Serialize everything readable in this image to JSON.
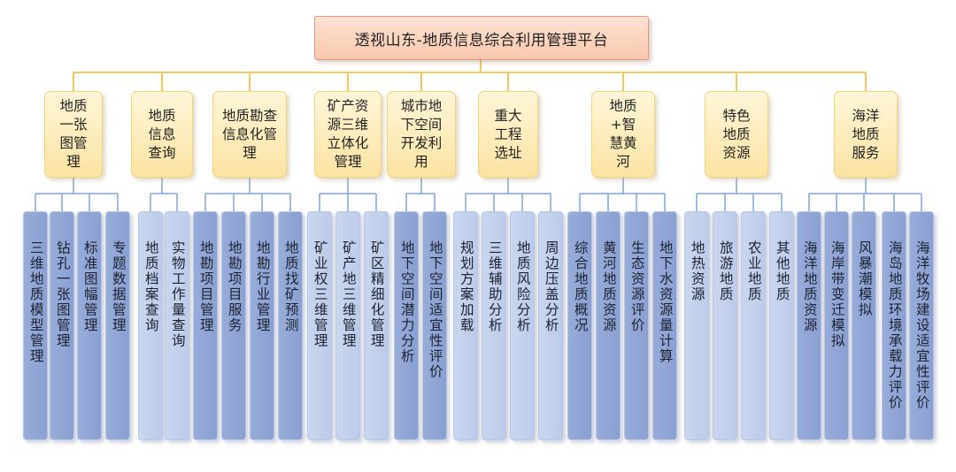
{
  "title": "透视山东-地质信息综合利用管理平台",
  "categories": [
    {
      "label": "地质一张图管理",
      "leaves": [
        "三维地质模型管理",
        "钻孔一张图管理",
        "标准图幅管理",
        "专题数据管理"
      ]
    },
    {
      "label": "地质信息查询",
      "leaves": [
        "地质档案查询",
        "实物工作量查询"
      ]
    },
    {
      "label": "地质勘查信息化管理",
      "leaves": [
        "地勘项目管理",
        "地勘项目服务",
        "地勘行业管理",
        "地质找矿预测"
      ]
    },
    {
      "label": "矿产资源三维立体化管理",
      "leaves": [
        "矿业权三维管理",
        "矿产地三维管理",
        "矿区精细化管理"
      ]
    },
    {
      "label": "城市地下空间开发利用",
      "leaves": [
        "地下空间潜力分析",
        "地下空间适宜性评价"
      ]
    },
    {
      "label": "重大工程选址",
      "leaves": [
        "规划方案加载",
        "三维辅助分析",
        "地质风险分析",
        "周边压盖分析"
      ]
    },
    {
      "label": "地质+智慧黄河",
      "leaves": [
        "综合地质概况",
        "黄河地质资源",
        "生态资源评价",
        "地下水资源量计算"
      ]
    },
    {
      "label": "特色地质资源",
      "leaves": [
        "地热资源",
        "旅游地质",
        "农业地质",
        "其他地质"
      ]
    },
    {
      "label": "海洋地质服务",
      "leaves": [
        "海洋地质资源",
        "海岸带变迁模拟",
        "风暴潮模拟",
        "海岛地质环境承载力评价",
        "海洋牧场建设适宜性评价"
      ]
    }
  ]
}
